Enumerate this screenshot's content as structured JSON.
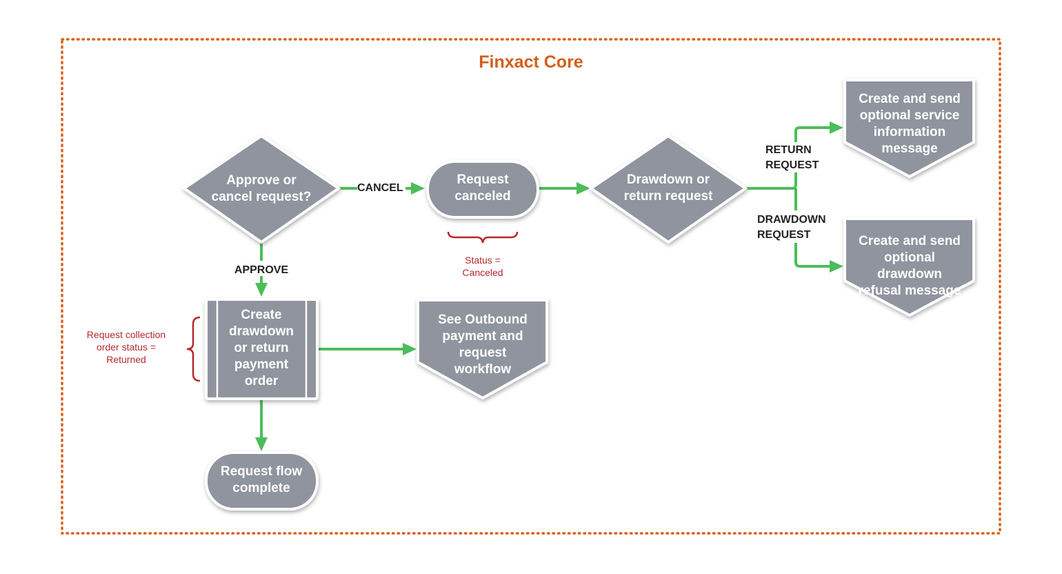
{
  "container": {
    "title": "Finxact Core",
    "border_color": "#d9601a"
  },
  "nodes": {
    "approve_decision": [
      "Approve or",
      "cancel request?"
    ],
    "request_canceled": [
      "Request",
      "canceled"
    ],
    "drawdown_decision": [
      "Drawdown or",
      "return request"
    ],
    "service_info_msg": [
      "Create and send",
      "optional service",
      "information",
      "message"
    ],
    "refusal_msg": [
      "Create and send",
      "optional",
      "drawdown",
      "refusal message"
    ],
    "create_payment_order": [
      "Create",
      "drawdown",
      "or return",
      "payment",
      "order"
    ],
    "outbound_workflow": [
      "See Outbound",
      "payment and",
      "request",
      "workflow"
    ],
    "flow_complete": [
      "Request flow",
      "complete"
    ]
  },
  "edges": {
    "cancel": "CANCEL",
    "approve": "APPROVE",
    "return_request": [
      "RETURN",
      "REQUEST"
    ],
    "drawdown_request": [
      "DRAWDOWN",
      "REQUEST"
    ]
  },
  "notes": {
    "status_canceled": [
      "Status =",
      "Canceled"
    ],
    "collection_status": [
      "Request collection",
      "order status =",
      "Returned"
    ]
  },
  "colors": {
    "node": "#8f949e",
    "edge": "#4cbd5a",
    "note": "#b5282d",
    "title": "#d35f1a"
  }
}
